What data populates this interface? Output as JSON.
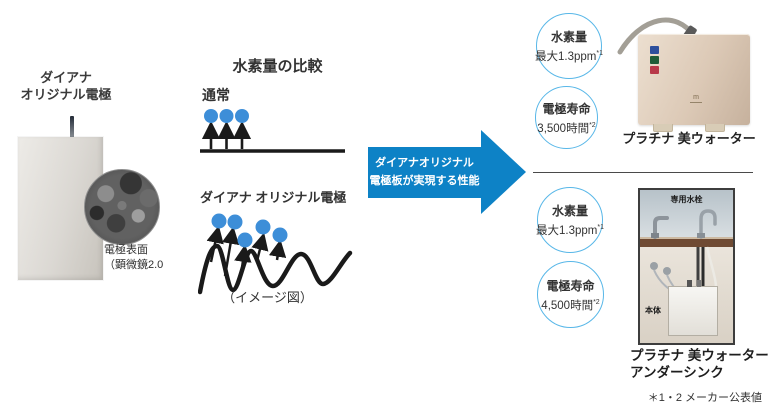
{
  "colors": {
    "accent_blue": "#0d82c6",
    "dot_blue": "#3d8ed8",
    "badge_border": "#58b7e8"
  },
  "electrode": {
    "label_line1": "ダイアナ",
    "label_line2": "オリジナル電極",
    "surface_line1": "電極表面",
    "surface_line2": "（顕微鏡2.0"
  },
  "comparison": {
    "title": "水素量の比較",
    "normal_label": "通常",
    "original_label": "ダイアナ オリジナル電極",
    "caption": "（イメージ図）"
  },
  "flow_arrow": {
    "line1": "ダイアナオリジナル",
    "line2": "電極板が実現する性能"
  },
  "product_top": {
    "badges": [
      {
        "title": "水素量",
        "value": "最大1.3ppm",
        "note": "*1"
      },
      {
        "title": "電極寿命",
        "value": "3,500時間",
        "note": "*2"
      }
    ],
    "name": "プラチナ 美ウォーター"
  },
  "product_bottom": {
    "badges": [
      {
        "title": "水素量",
        "value": "最大1.3ppm",
        "note": "*1"
      },
      {
        "title": "電極寿命",
        "value": "4,500時間",
        "note": "*2"
      }
    ],
    "image_labels": {
      "faucet": "専用水栓",
      "unit": "本体"
    },
    "name_line1": "プラチナ 美ウォーター",
    "name_line2": "アンダーシンク"
  },
  "footnote": "＊1・2 メーカー公表値"
}
